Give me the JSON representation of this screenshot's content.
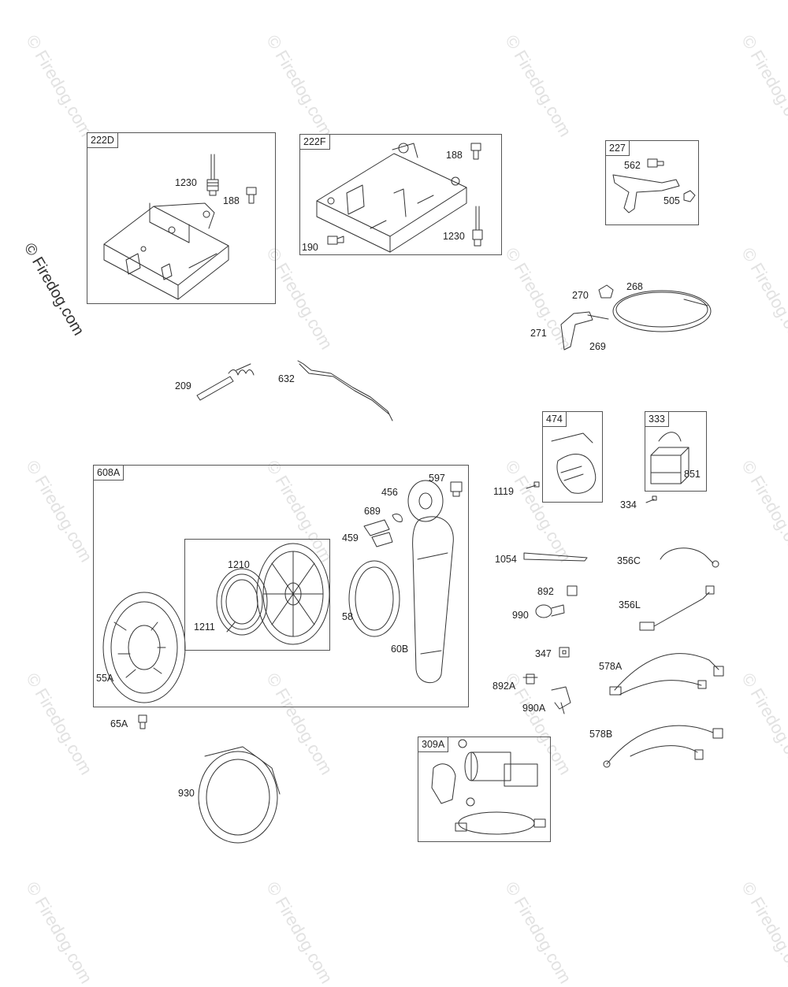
{
  "watermark": {
    "text": "© Firedog.com",
    "color": "#e2e2e2"
  },
  "assemblies": [
    {
      "id": "a222D",
      "tag": "222D"
    },
    {
      "id": "a222F",
      "tag": "222F"
    },
    {
      "id": "a227",
      "tag": "227"
    },
    {
      "id": "a474",
      "tag": "474"
    },
    {
      "id": "a333",
      "tag": "333"
    },
    {
      "id": "a608A",
      "tag": "608A"
    },
    {
      "id": "a309A",
      "tag": "309A"
    }
  ],
  "parts": {
    "p1230a": "1230",
    "p188a": "188",
    "p188b": "188",
    "p190": "190",
    "p1230b": "1230",
    "p562": "562",
    "p505": "505",
    "p270": "270",
    "p268": "268",
    "p271": "271",
    "p269": "269",
    "p209": "209",
    "p632": "632",
    "p1119": "1119",
    "p851": "851",
    "p334": "334",
    "p597": "597",
    "p456": "456",
    "p689": "689",
    "p459": "459",
    "p1210": "1210",
    "p1211": "1211",
    "p58": "58",
    "p60B": "60B",
    "p55A": "55A",
    "p65A": "65A",
    "p930": "930",
    "p1054": "1054",
    "p356C": "356C",
    "p892": "892",
    "p990": "990",
    "p356L": "356L",
    "p347": "347",
    "p578A": "578A",
    "p892A": "892A",
    "p990A": "990A",
    "p578B": "578B"
  }
}
